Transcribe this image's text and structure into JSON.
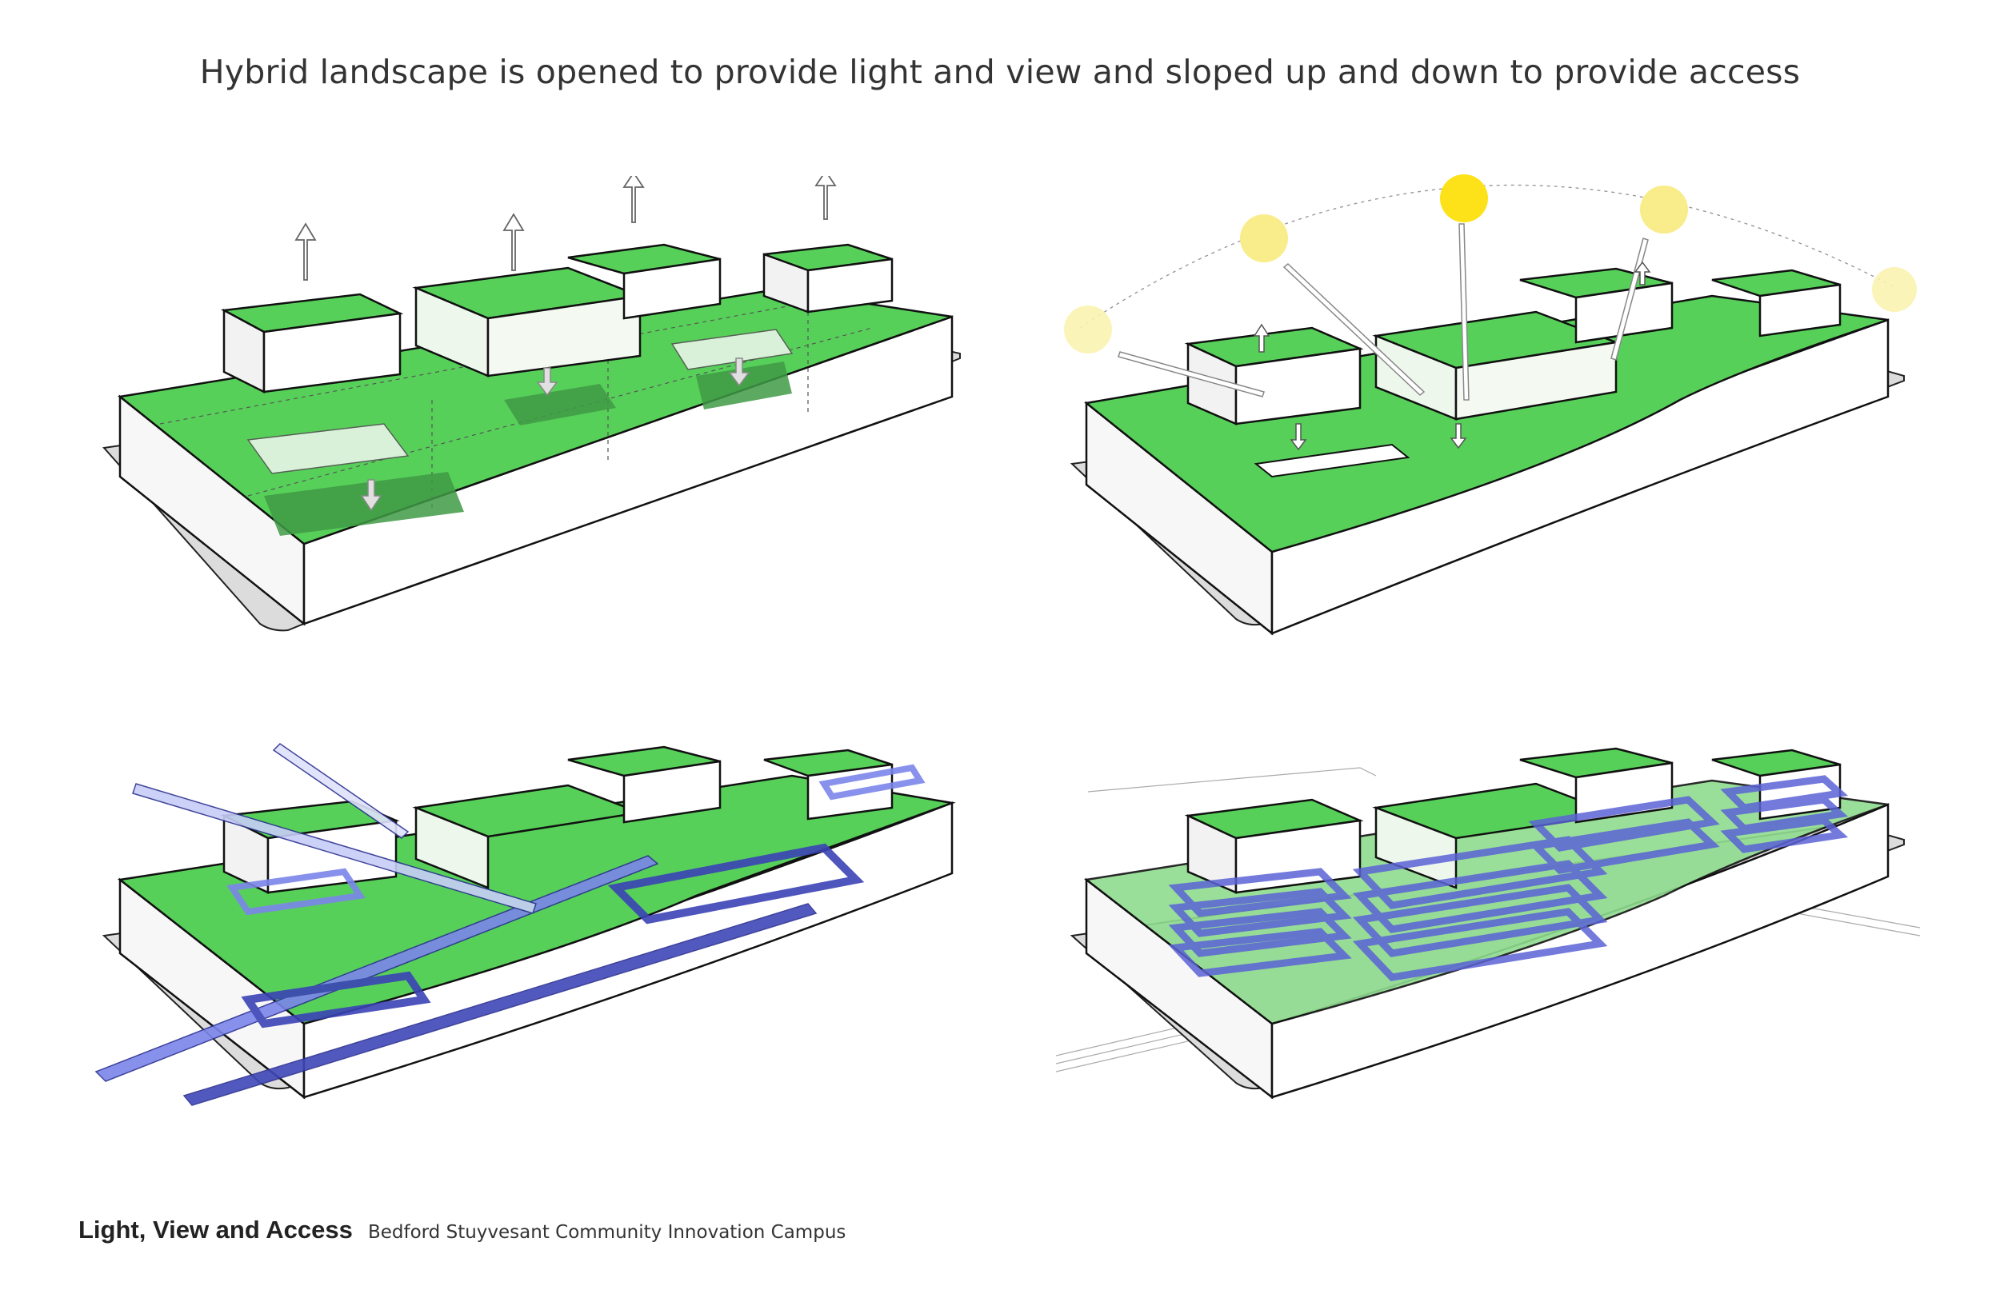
{
  "title": "Hybrid landscape is opened to provide light and view and sloped up and down to provide access",
  "caption": {
    "title": "Light, View and Access",
    "subtitle": "Bedford Stuyvesant Community Innovation Campus"
  },
  "colors": {
    "green": "#57d05a",
    "white_volume": "#ffffff",
    "glass": "#e3f2df",
    "blue_path": "#7b86ea",
    "blue_dark": "#4048b8",
    "sun": "#fde21a",
    "sun_faded": "#fbf3b0",
    "ground_grey": "#d9d9d9",
    "outline": "#111111"
  },
  "icons": [
    "up-arrow-icon",
    "down-arrow-icon",
    "sun-icon",
    "sun-ray-arrow-icon"
  ]
}
